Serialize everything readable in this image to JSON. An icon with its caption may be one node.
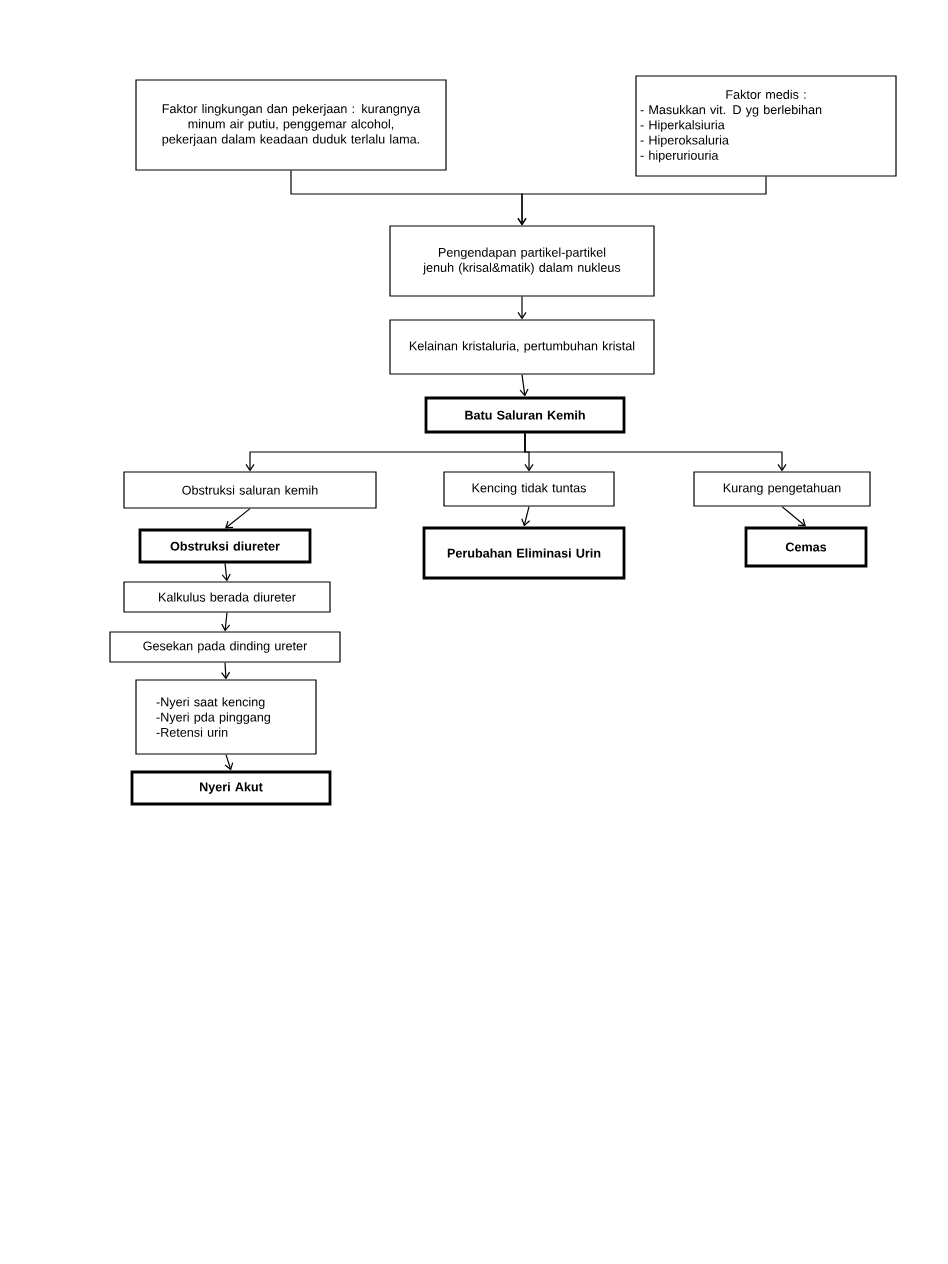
{
  "diagram": {
    "nodes": [
      {
        "text": [
          "Faktor lingkungan dan pekerjaan : kurangnya minum air putiu, penggemar alcohol, pekerjaan dalam keadaan duduk terlalu lama."
        ]
      },
      {
        "text": [
          "Faktor medis :",
          "- Masukkan vit. D yg berlebihan",
          "- Hiperkalsiuria",
          "- Hiperoksaluria",
          "- hiperuriouria"
        ]
      },
      {
        "text": [
          "Pengendapan partikel-partikel jenuh (krisal&matik) dalam nukleus"
        ]
      },
      {
        "text": [
          "Kelainan kristaluria, pertumbuhan kristal"
        ]
      },
      {
        "text": [
          "Batu Saluran Kemih"
        ]
      },
      {
        "text": [
          "Obstruksi saluran kemih"
        ]
      },
      {
        "text": [
          "Kencing tidak tuntas"
        ]
      },
      {
        "text": [
          "Kurang pengetahuan"
        ]
      },
      {
        "text": [
          "Obstruksi diureter"
        ]
      },
      {
        "text": [
          "Perubahan Eliminasi Urin"
        ]
      },
      {
        "text": [
          "Cemas"
        ]
      },
      {
        "text": [
          "Kalkulus berada diureter"
        ]
      },
      {
        "text": [
          "Gesekan pada dinding ureter"
        ]
      },
      {
        "text": [
          "-Nyeri saat kencing",
          "-Nyeri pda pinggang",
          "-Retensi urin"
        ]
      },
      {
        "text": [
          "Nyeri Akut"
        ]
      }
    ],
    "edges": [
      {
        "from": 0,
        "to": 2,
        "arrow": "to"
      },
      {
        "from": 1,
        "to": 2,
        "arrow": "to"
      },
      {
        "from": 2,
        "to": 3,
        "arrow": "to"
      },
      {
        "from": 3,
        "to": 4,
        "arrow": "to"
      },
      {
        "from": 4,
        "to": 5,
        "arrow": "to"
      },
      {
        "from": 4,
        "to": 6,
        "arrow": "to"
      },
      {
        "from": 4,
        "to": 7,
        "arrow": "to"
      },
      {
        "from": 5,
        "to": 8,
        "arrow": "to"
      },
      {
        "from": 6,
        "to": 9,
        "arrow": "to"
      },
      {
        "from": 7,
        "to": 10,
        "arrow": "to"
      },
      {
        "from": 8,
        "to": 11,
        "arrow": "to"
      },
      {
        "from": 11,
        "to": 12,
        "arrow": "to"
      },
      {
        "from": 12,
        "to": 13,
        "arrow": "to"
      },
      {
        "from": 13,
        "to": 14,
        "arrow": "to"
      }
    ]
  }
}
